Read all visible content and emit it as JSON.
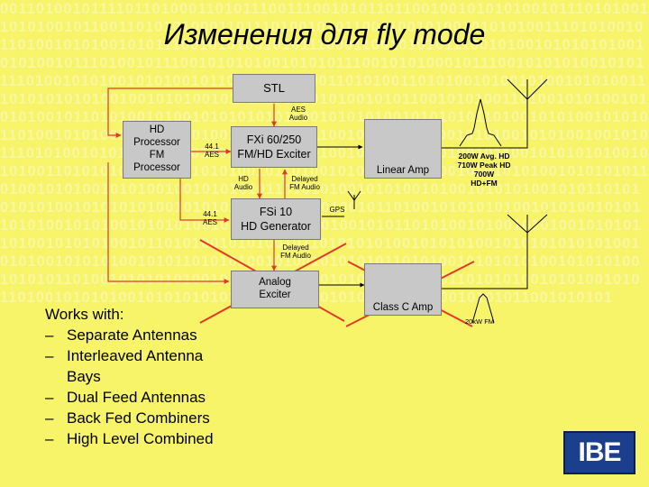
{
  "slide": {
    "title": "Изменения для fly mode"
  },
  "boxes": {
    "stl": "STL",
    "hd_processor": "HD\nProcessor\nFM\nProcessor",
    "fxi_exciter": "FXi 60/250\nFM/HD Exciter",
    "linear_amp": "Linear Amp",
    "fsi_generator": "FSi 10\nHD Generator",
    "analog_exciter": "Analog\nExciter",
    "class_c_amp": "Class C Amp"
  },
  "labels": {
    "aes_audio": "AES\nAudio",
    "aes_44_top": "44.1\nAES",
    "aes_44_bottom": "44.1\nAES",
    "hd_audio": "HD\nAudio",
    "delayed_fm_audio_1": "Delayed\nFM Audio",
    "delayed_fm_audio_2": "Delayed\nFM Audio",
    "gps": "GPS",
    "power_spec": "200W Avg. HD\n710W Peak HD\n700W\nHD+FM",
    "power_fm": "20kW FM"
  },
  "works_with": {
    "heading": "Works with:",
    "items": [
      "Separate Antennas",
      "Interleaved Antenna Bays",
      "Dual Feed Antennas",
      "Back Fed Combiners",
      "High Level Combined"
    ]
  },
  "logo": {
    "text": "IBE"
  }
}
